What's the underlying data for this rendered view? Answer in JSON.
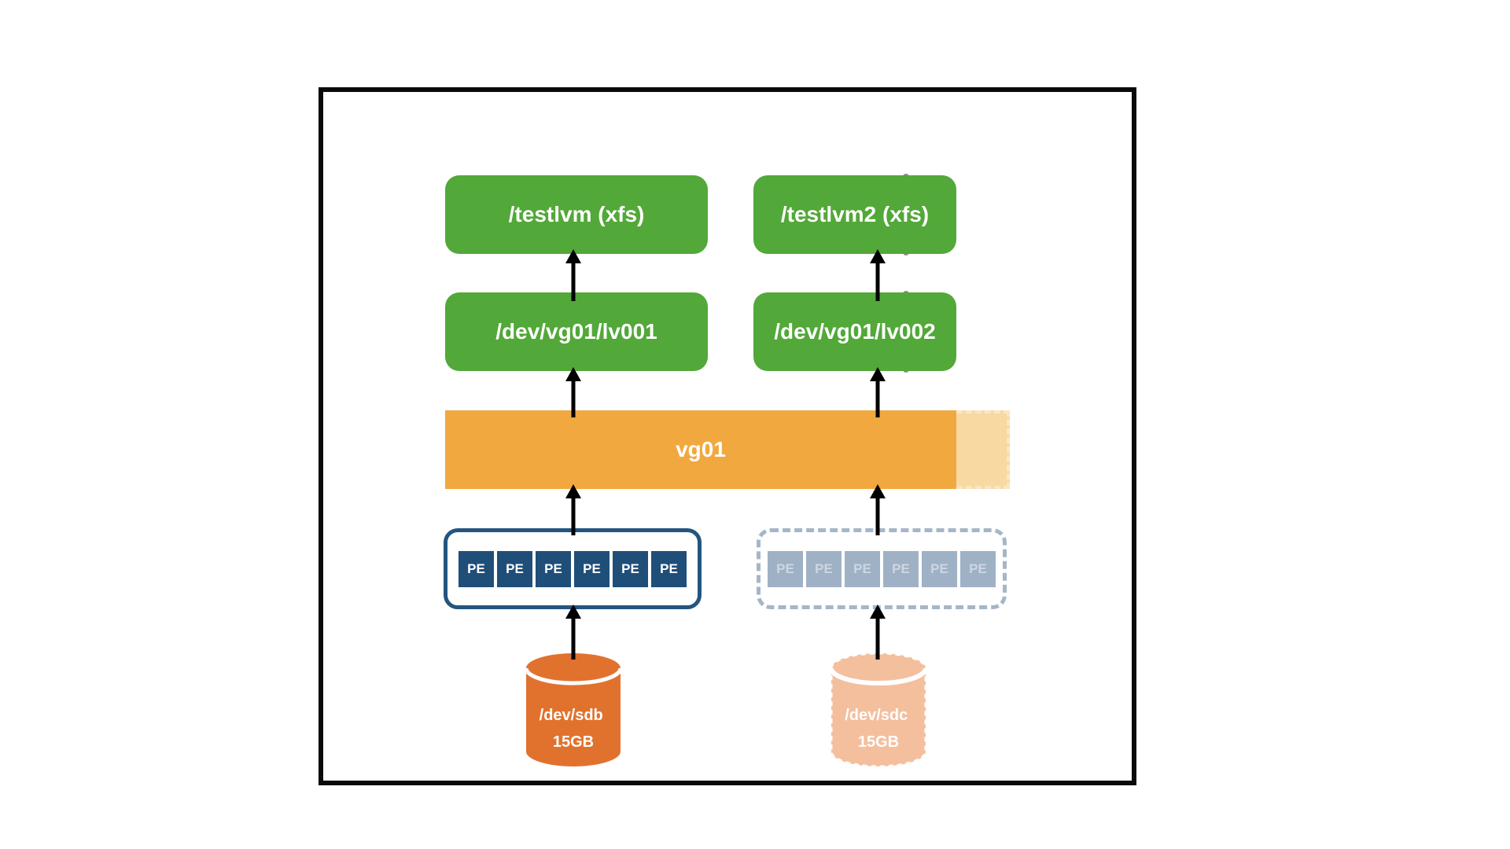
{
  "diagram": {
    "mounts": {
      "left": {
        "label": "/testlvm (xfs)"
      },
      "right": {
        "label": "/testlvm2 (xfs)",
        "extended": true
      }
    },
    "lvs": {
      "left": {
        "label": "/dev/vg01/lv001"
      },
      "right": {
        "label": "/dev/vg01/lv002",
        "extended": true
      }
    },
    "vg": {
      "label": "vg01",
      "extended": true
    },
    "pe": {
      "active": {
        "cells": [
          "PE",
          "PE",
          "PE",
          "PE",
          "PE",
          "PE"
        ]
      },
      "planned": {
        "cells": [
          "PE",
          "PE",
          "PE",
          "PE",
          "PE",
          "PE"
        ]
      }
    },
    "disks": {
      "active": {
        "device": "/dev/sdb",
        "size": "15GB"
      },
      "planned": {
        "device": "/dev/sdc",
        "size": "15GB"
      }
    },
    "colors": {
      "green": "#52a838",
      "green_light": "#b4d89e",
      "extension_dot_gray": "#8c8c8c",
      "orange": "#f1a93f",
      "orange_light": "#f8d9a2",
      "navy": "#1f4e79",
      "slate": "#9fb1c5",
      "disk_orange": "#e1722e",
      "disk_orange_light": "#f4bf9d",
      "arrow": "#000000",
      "frame_border": "#0a0a0a"
    }
  }
}
